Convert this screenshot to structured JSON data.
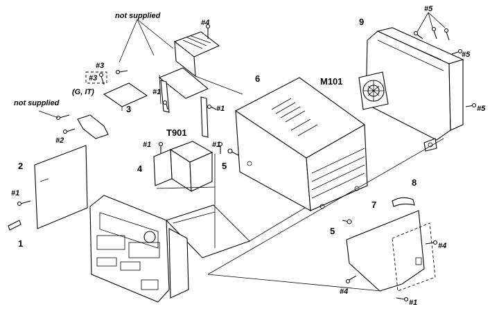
{
  "labels": {
    "not_supplied_top": "not supplied",
    "not_supplied_left": "not supplied",
    "s4_top": "#4",
    "s3a": "#3",
    "s3b": "#3",
    "g_it": "(G, IT)",
    "s1_bracket": "#1",
    "s1_bracket_r": "#1",
    "part3": "3",
    "s2": "#2",
    "t901": "T901",
    "s1_t901_l": "#1",
    "s1_t901_r": "#1",
    "part4": "4",
    "part5_upper": "5",
    "part2": "2",
    "s1_left": "#1",
    "part1": "1",
    "part6": "6",
    "m101": "M101",
    "part9": "9",
    "s5_top": "#5",
    "s5_mid": "#5",
    "s5_right": "#5",
    "part8": "8",
    "part7": "7",
    "part5_lower": "5",
    "s4_board_r": "#4",
    "s4_board_l": "#4",
    "s1_board": "#1"
  }
}
